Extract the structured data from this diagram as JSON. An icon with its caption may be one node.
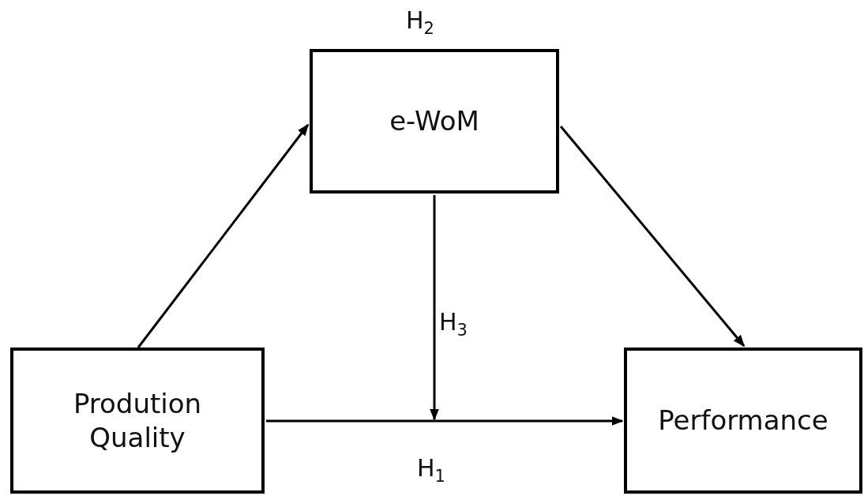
{
  "diagram": {
    "nodes": [
      {
        "text": [
          "Prodution Quality"
        ]
      },
      {
        "text": [
          "e-WoM"
        ],
        "beside": [
          "H$_{2}$"
        ]
      },
      {
        "text": [
          "Performance"
        ]
      }
    ],
    "edges": [
      {
        "from": 0,
        "to": 1,
        "arrow": "to"
      },
      {
        "from": 1,
        "to": 2,
        "arrow": "to"
      },
      {
        "from": 0,
        "to": 2,
        "arrow": "to",
        "label": "H$_{1}$"
      },
      {
        "from": 1,
        "to": null,
        "arrow": "to",
        "label": "H$_{3}$"
      }
    ]
  }
}
